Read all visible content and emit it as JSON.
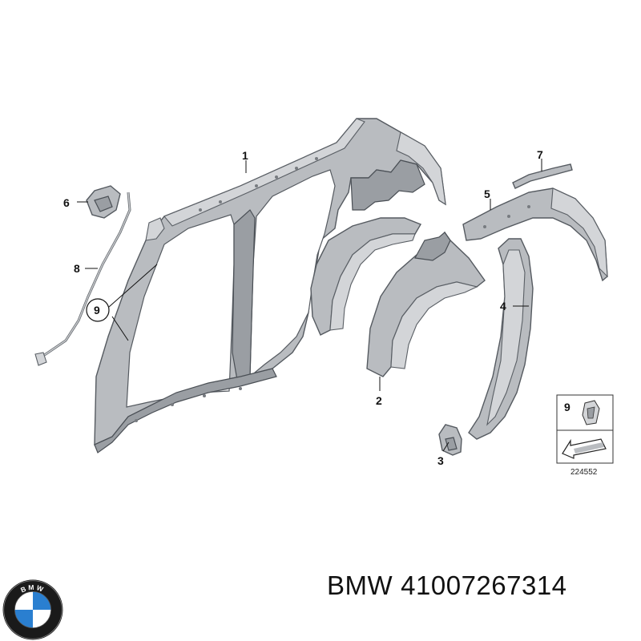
{
  "diagram": {
    "callouts": {
      "c1": "1",
      "c2": "2",
      "c3": "3",
      "c4": "4",
      "c5": "5",
      "c6": "6",
      "c7": "7",
      "c8": "8",
      "c9_main": "9",
      "c9_inset": "9"
    },
    "inset_code": "224552"
  },
  "footer": {
    "brand": "BMW",
    "part_number": "41007267314"
  },
  "logo": {
    "text": "BMW",
    "colors": {
      "blue": "#2a7fd0",
      "white": "#ffffff",
      "ring": "#111111"
    }
  }
}
